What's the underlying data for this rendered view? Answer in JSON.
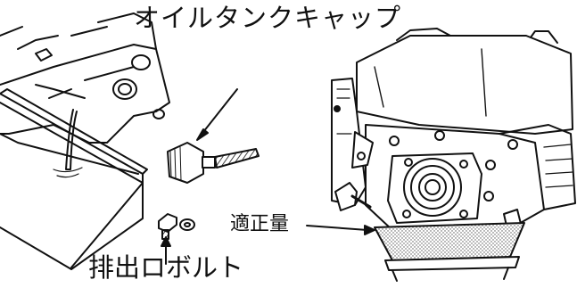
{
  "labels": {
    "oil_tank_cap": "オイルタンクキャップ",
    "proper_level": "適正量",
    "drain_bolt": "排出ロボルト"
  },
  "colors": {
    "ink": "#111111",
    "paper": "#ffffff",
    "mesh": "#e3e3e3"
  },
  "icons": [
    "engine-illustration",
    "oil-cap-dipstick",
    "drain-bolt-washer",
    "oil-pan-tray"
  ]
}
